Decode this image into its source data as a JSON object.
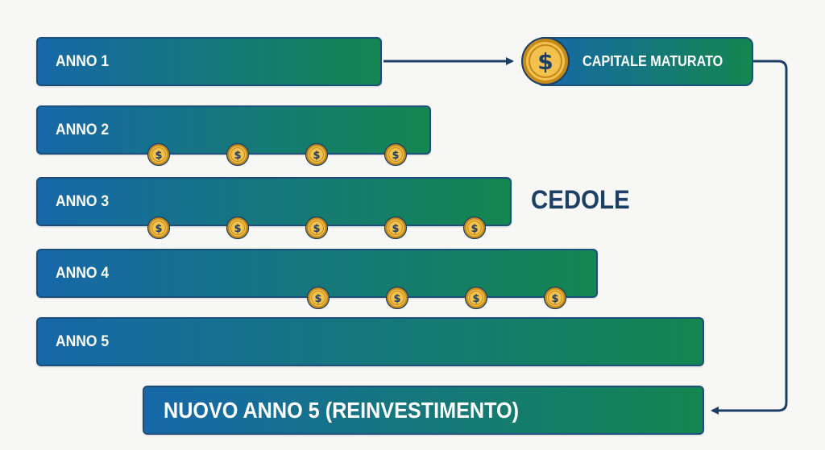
{
  "years": [
    {
      "label": "ANNO 1",
      "coins": 0
    },
    {
      "label": "ANNO 2",
      "coins": 4
    },
    {
      "label": "ANNO 3",
      "coins": 5
    },
    {
      "label": "ANNO 4",
      "coins": 4
    },
    {
      "label": "ANNO 5",
      "coins": 0
    }
  ],
  "capital": {
    "label": "CAPITALE MATURATO",
    "icon": "dollar-coin-icon"
  },
  "coupons_label": "CEDOLE",
  "reinvest": {
    "label": "NUOVO ANNO 5 (REINVESTIMENTO)"
  },
  "colors": {
    "bar_start": "#1668a8",
    "bar_end": "#14864f",
    "border": "#1d4f7c",
    "coin_gold": "#f2c14e",
    "coin_rim": "#c48a1a",
    "text_dark": "#1d3f66"
  }
}
